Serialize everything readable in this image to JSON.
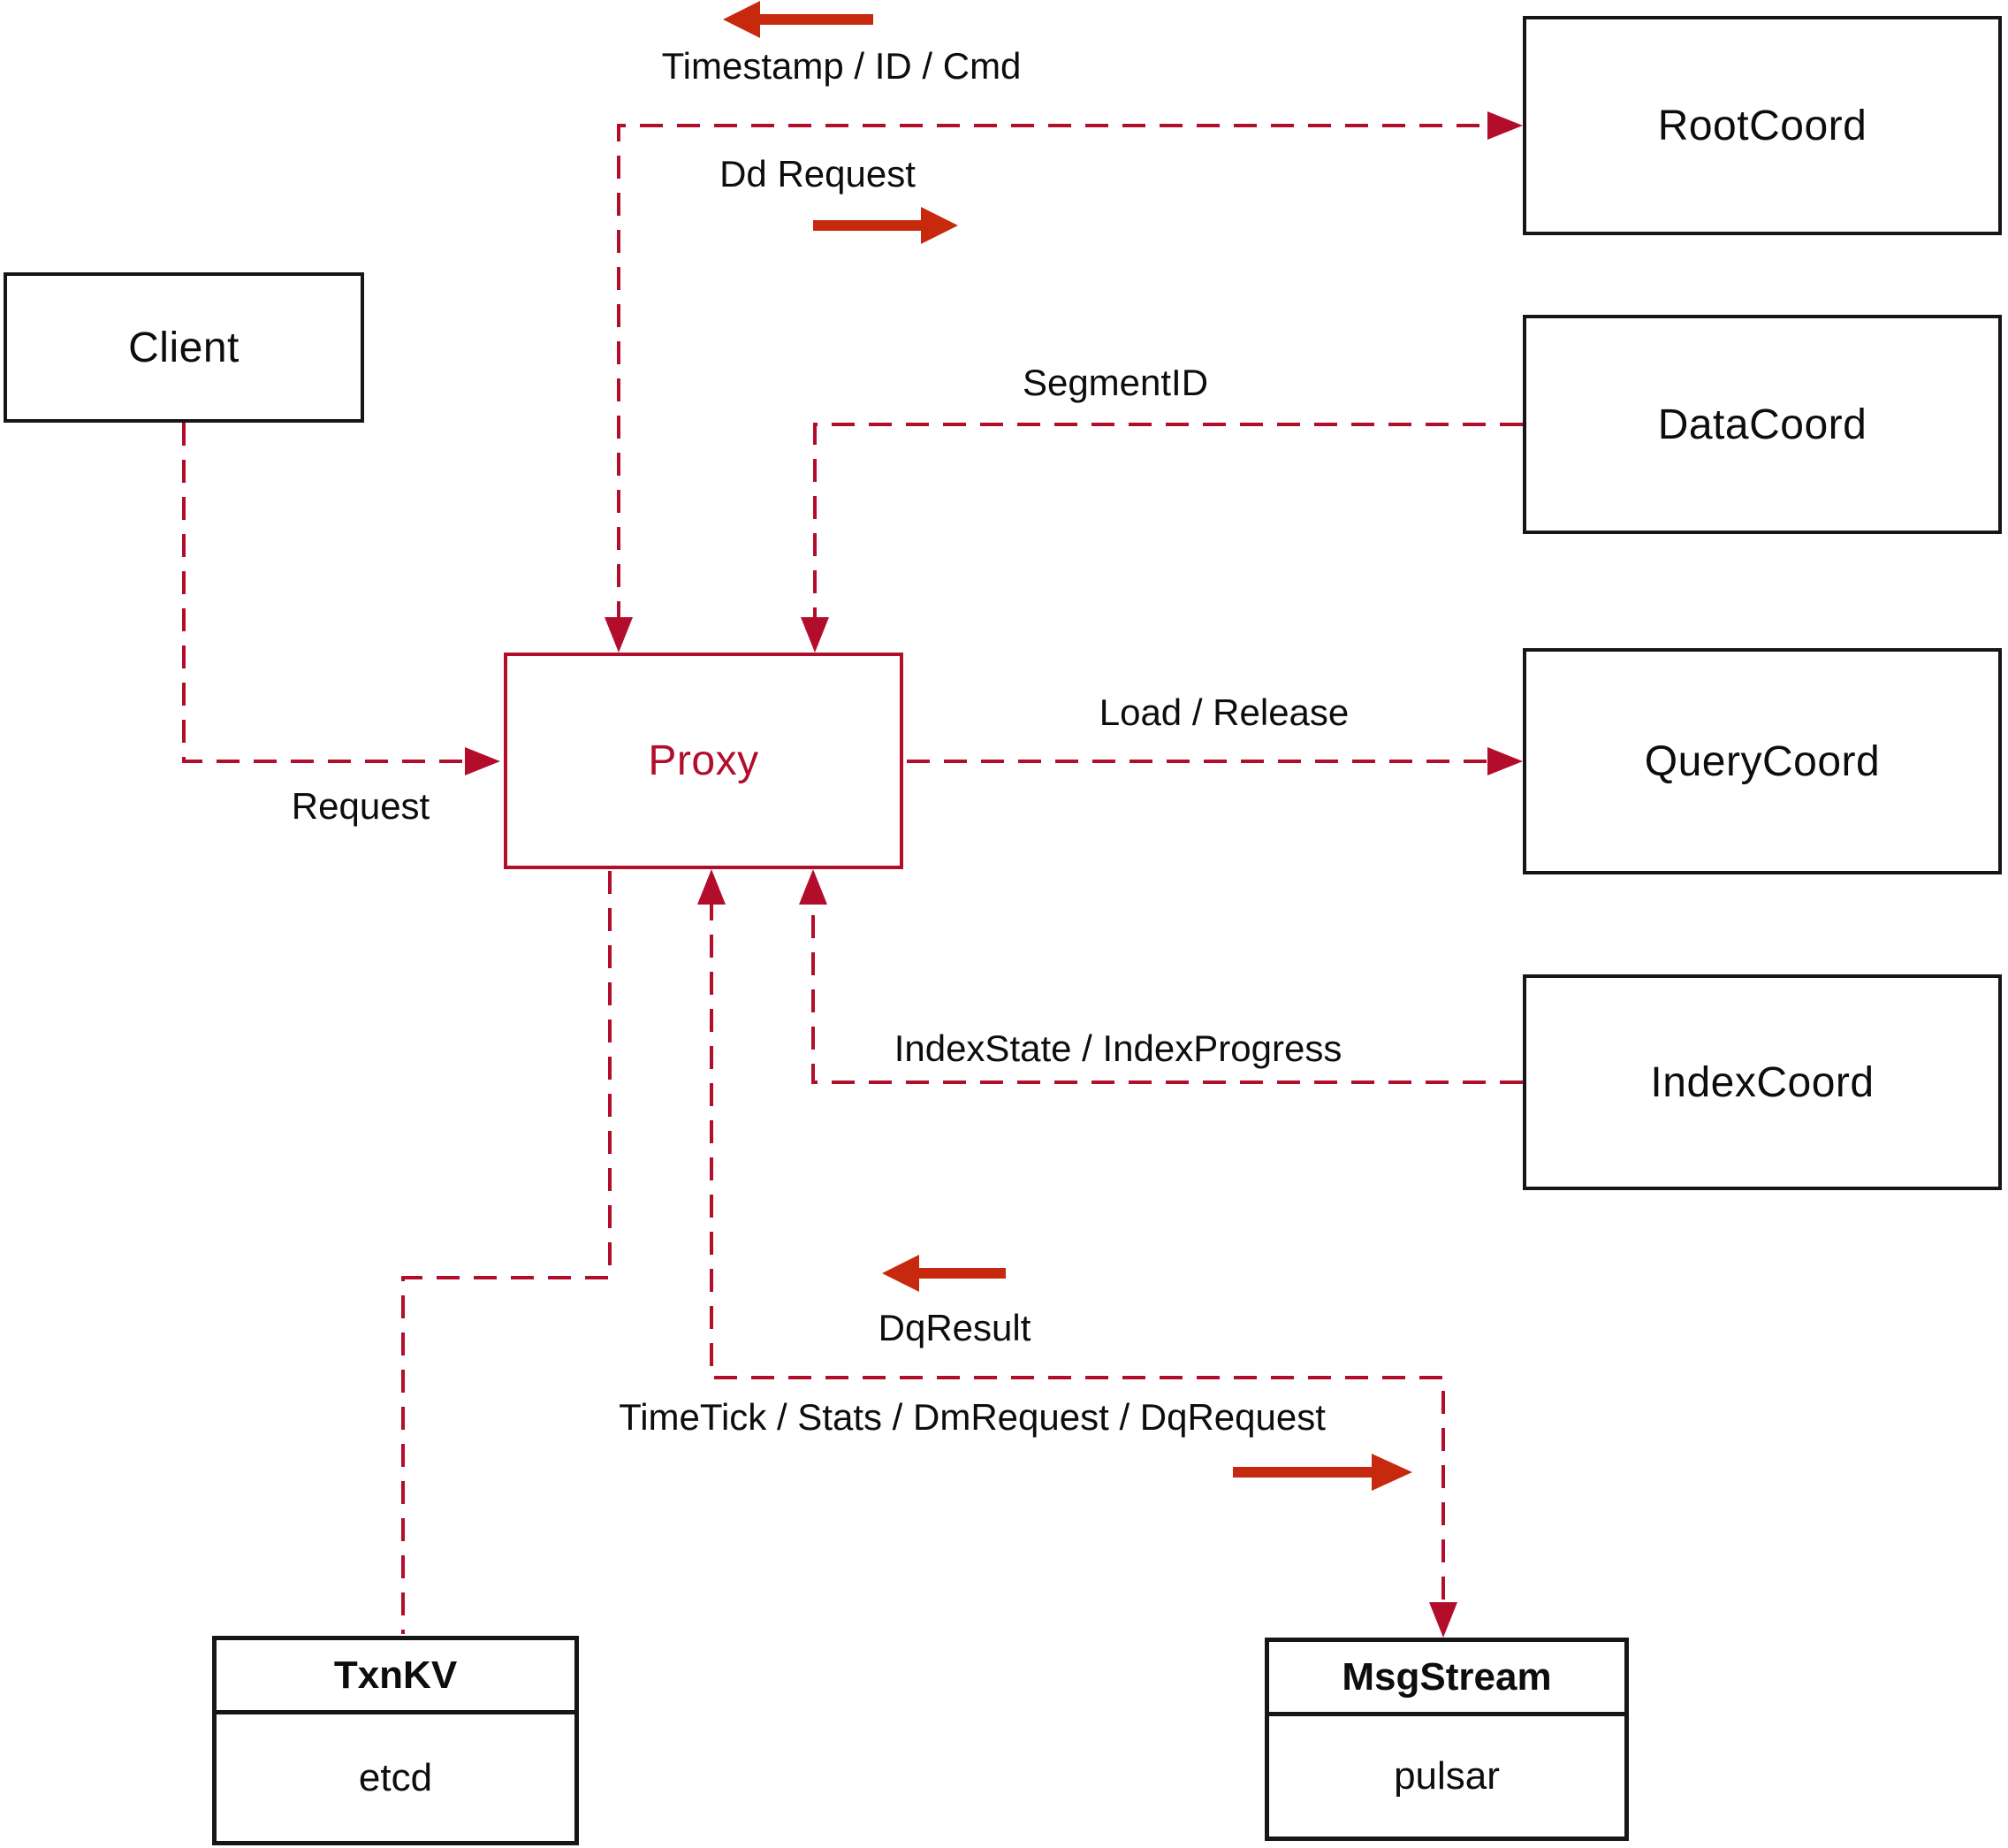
{
  "colors": {
    "line_red": "#b30d2c",
    "arrow_red": "#c7290f",
    "box_border": "#161616",
    "text": "#0d0d0d",
    "background": "#ffffff"
  },
  "nodes": {
    "client": {
      "label": "Client"
    },
    "proxy": {
      "label": "Proxy"
    },
    "root_coord": {
      "label": "RootCoord"
    },
    "data_coord": {
      "label": "DataCoord"
    },
    "query_coord": {
      "label": "QueryCoord"
    },
    "index_coord": {
      "label": "IndexCoord"
    },
    "txn_kv": {
      "title": "TxnKV",
      "impl": "etcd"
    },
    "msg_stream": {
      "title": "MsgStream",
      "impl": "pulsar"
    }
  },
  "edges": {
    "timestamp_id_cmd": {
      "label": "Timestamp / ID / Cmd"
    },
    "dd_request": {
      "label": "Dd Request"
    },
    "segment_id": {
      "label": "SegmentID"
    },
    "load_release": {
      "label": "Load / Release"
    },
    "index_state": {
      "label": "IndexState / IndexProgress"
    },
    "request": {
      "label": "Request"
    },
    "dq_result": {
      "label": "DqResult"
    },
    "time_tick": {
      "label": "TimeTick / Stats / DmRequest / DqRequest"
    }
  }
}
